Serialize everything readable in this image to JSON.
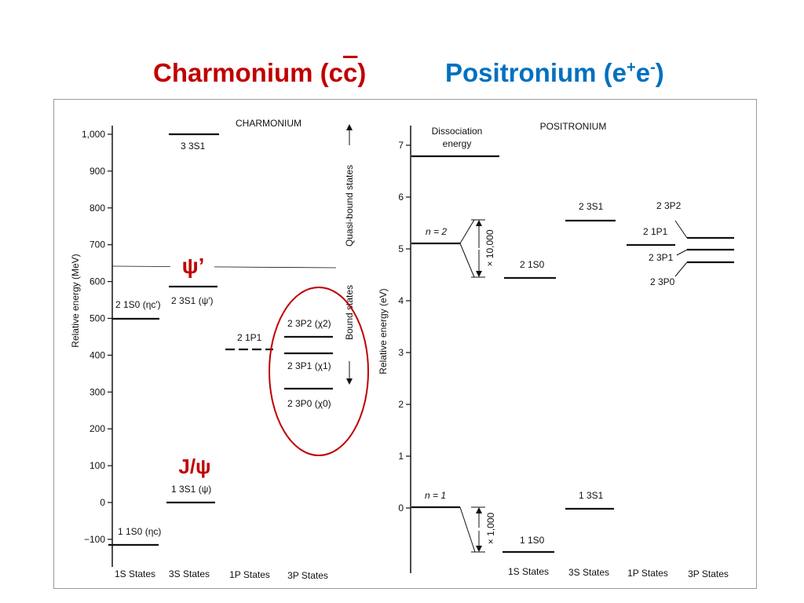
{
  "title": {
    "left_prefix": "Charmonium (c",
    "left_bar": "c",
    "left_suffix": ")",
    "left_color": "#c00000",
    "right_prefix": "Positronium (e",
    "right_sup1": "+",
    "right_mid": "e",
    "right_sup2": "-",
    "right_suffix": ")",
    "right_color": "#0070c0"
  },
  "charmonium": {
    "heading": "CHARMONIUM",
    "ylabel": "Relative energy (MeV)",
    "yticks": [
      "1,000",
      "900",
      "800",
      "700",
      "600",
      "500",
      "400",
      "300",
      "200",
      "100",
      "0",
      "−100"
    ],
    "quasi_label": "Quasi-bound states",
    "bound_label": "Bound states",
    "columns": [
      "1S States",
      "3S States",
      "1P States",
      "3P States"
    ],
    "levels": {
      "s1_2": "2 1S0 (ηc′)",
      "s1_1": "1 1S0 (ηc)",
      "s3_3": "3 3S1",
      "s3_2": "2 3S1 (ψ′)",
      "s3_1": "1 3S1 (ψ)",
      "p1_2": "2 1P1",
      "p3_2": "2 3P2 (χ2)",
      "p3_1": "2 3P1 (χ1)",
      "p3_0": "2 3P0 (χ0)"
    },
    "annotation_psi_prime": "ψ’",
    "annotation_jpsi": "J/ψ",
    "annotation_color": "#c00000"
  },
  "positronium": {
    "heading": "POSITRONIUM",
    "ylabel": "Relative energy (eV)",
    "yticks": [
      "7",
      "6",
      "5",
      "4",
      "3",
      "2",
      "1",
      "0"
    ],
    "dissociation_line1": "Dissociation",
    "dissociation_line2": "energy",
    "n2": "n = 2",
    "n1": "n = 1",
    "scale_10000": "× 10,000",
    "scale_1000": "× 1,000",
    "columns": [
      "1S States",
      "3S States",
      "1P States",
      "3P States"
    ],
    "levels": {
      "s1_2": "2 1S0",
      "s1_1": "1 1S0",
      "s3_2": "2 3S1",
      "s3_1": "1 3S1",
      "p1_2": "2 1P1",
      "p3_2": "2 3P2",
      "p3_1": "2 3P1",
      "p3_0": "2 3P0"
    }
  }
}
